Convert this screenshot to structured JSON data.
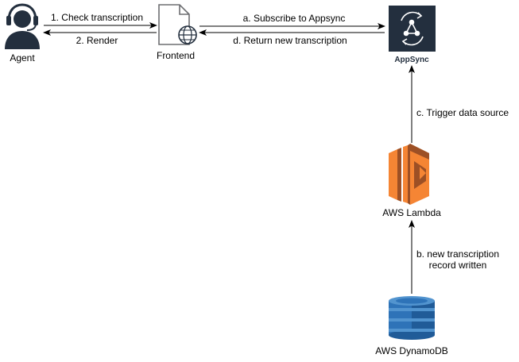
{
  "nodes": {
    "agent": {
      "label": "Agent"
    },
    "frontend": {
      "label": "Frontend"
    },
    "appsync": {
      "label": "AppSync"
    },
    "lambda": {
      "label": "AWS Lambda"
    },
    "dynamodb": {
      "label": "AWS DynamoDB"
    }
  },
  "edges": {
    "check_transcription": "1. Check transcription",
    "render": "2. Render",
    "subscribe": "a. Subscribe to Appsync",
    "return_transcription": "d. Return new transcription",
    "trigger_line1": "c. Trigger data source",
    "written_line1": "b. new transcription",
    "written_line2": "record written"
  },
  "colors": {
    "line": "#000000",
    "agent_icon": "#232f3e",
    "appsync_bg": "#232f3e",
    "lambda_orange": "#f58534",
    "lambda_dark": "#9d5025",
    "dynamodb_blue": "#2e73b8",
    "dynamodb_dark": "#205b98",
    "dynamodb_light": "#5294cf"
  }
}
